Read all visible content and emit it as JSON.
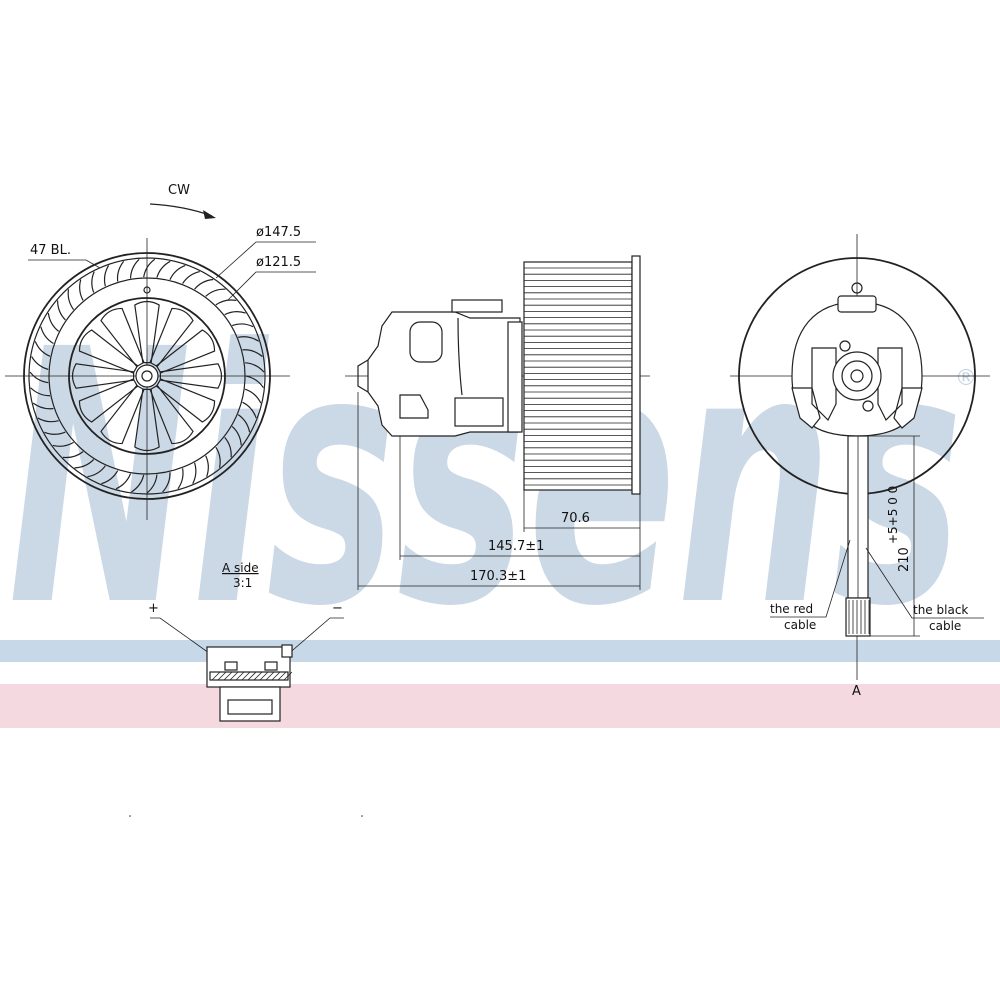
{
  "watermark": {
    "text": "Nissens",
    "registered": "®",
    "color": "#c6d4e4"
  },
  "band_colors": {
    "blue": "#c7d8e8",
    "pink": "#f4d9e0"
  },
  "front_view": {
    "rotation_label": "CW",
    "blade_count_label": "47 BL.",
    "outer_diameter_label": "ø147.5",
    "inner_diameter_label": "ø121.5"
  },
  "side_view": {
    "dim_fan_width": "70.6",
    "dim_body_length": "145.7±1",
    "dim_overall_length": "170.3±1"
  },
  "connector_detail": {
    "title": "A side",
    "scale": "3:1",
    "plus_label": "+",
    "minus_label": "−"
  },
  "rear_view": {
    "cable_length_label": "210",
    "cable_tolerance_label": "+5+5 0 0",
    "red_cable_label_line1": "the red",
    "red_cable_label_line2": "cable",
    "black_cable_label_line1": "the black",
    "black_cable_label_line2": "cable",
    "view_marker": "A"
  }
}
